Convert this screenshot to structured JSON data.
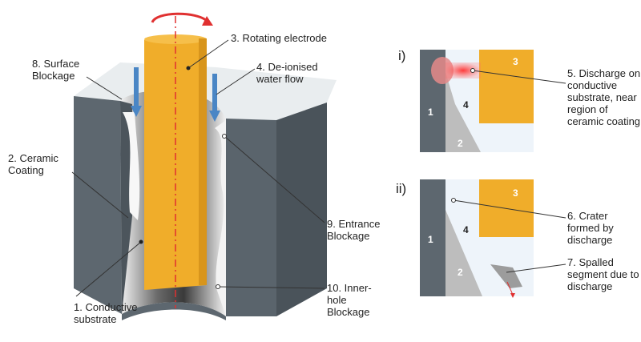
{
  "colors": {
    "substrate_front": "#5a646c",
    "substrate_top": "#e8ecee",
    "electrode": "#f0ad2a",
    "electrode_side": "#d8951c",
    "coating": "#bdbdbd",
    "water": "#4a86c5",
    "rotation_arrow": "#e03030",
    "axis": "#e03030",
    "discharge": "#ff4b4b",
    "leader": "#333333"
  },
  "labels": {
    "l1": "1. Conductive\nsubstrate",
    "l2": "2. Ceramic\nCoating",
    "l3": "3. Rotating electrode",
    "l4": "4. De-ionised\nwater flow",
    "l8": "8. Surface\nBlockage",
    "l9": "9. Entrance\nBlockage",
    "l10": "10. Inner-\nhole\nBlockage",
    "l5": "5. Discharge on\nconductive\nsubstrate, near\nregion of\nceramic coating",
    "l6": "6. Crater\nformed by\ndischarge",
    "l7": "7. Spalled\nsegment due to\ndischarge"
  },
  "panels": {
    "i": {
      "tag": "i)",
      "n1": "1",
      "n2": "2",
      "n3": "3",
      "n4": "4"
    },
    "ii": {
      "tag": "ii)",
      "n1": "1",
      "n2": "2",
      "n3": "3",
      "n4": "4"
    }
  }
}
